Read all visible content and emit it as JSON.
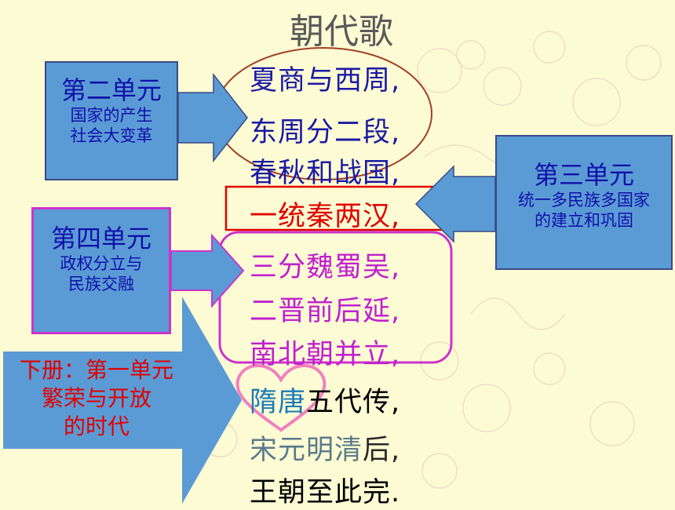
{
  "title": "朝代歌",
  "poem": {
    "line1": "夏商与西周,",
    "line2": "东周分二段,",
    "line3": "春秋和战国,",
    "line4": "一统秦两汉,",
    "line5": "三分魏蜀吴,",
    "line6": "二晋前后延,",
    "line7": "南北朝并立,",
    "line8_highlight": "隋唐",
    "line8_rest": "五代传,",
    "line9_fade": "宋元明清",
    "line9_rest": "后,",
    "line10": "王朝至此完."
  },
  "unit2": {
    "title": "第二单元",
    "sub1": "国家的产生",
    "sub2": "社会大变革"
  },
  "unit3": {
    "title": "第三单元",
    "sub1": "统一多民族多国家",
    "sub2": "的建立和巩固"
  },
  "unit4": {
    "title": "第四单元",
    "sub1": "政权分立与",
    "sub2": "民族交融"
  },
  "unit5": {
    "line1": "下册：第一单元",
    "line2": "繁荣与开放",
    "line3": "的时代"
  },
  "colors": {
    "background": "#fdfbd3",
    "box_blue": "#5b9bd5",
    "title_gray": "#5a5a5a",
    "poem_blue": "#1a1aa6",
    "red": "#e00000",
    "magenta": "#c020d0",
    "heart_pink": "#f080c0"
  }
}
